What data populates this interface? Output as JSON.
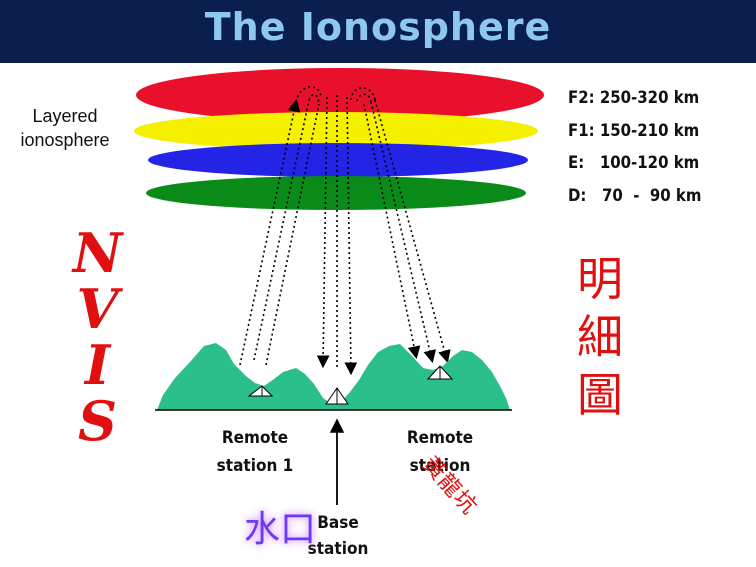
{
  "title": "The Ionosphere",
  "title_color": "#8ec8f0",
  "layered_label_line1": "Layered",
  "layered_label_line2": "ionosphere",
  "layers": [
    {
      "name": "F2",
      "range": "F2: 250-320 km",
      "color": "#e8102a"
    },
    {
      "name": "F1",
      "range": "F1: 150-210 km",
      "color": "#f4f000"
    },
    {
      "name": "E",
      "range": "E:   100-120 km",
      "color": "#2424e6"
    },
    {
      "name": "D",
      "range": "D:   70  -  90 km",
      "color": "#0a8a18"
    }
  ],
  "terrain_color": "#2bbf8a",
  "stations": {
    "remote1_line1": "Remote",
    "remote1_line2": "station 1",
    "remote2_line1": "Remote",
    "remote2_line2": "station",
    "base_line1": "Base",
    "base_line2": "station"
  },
  "annotations": {
    "nvis_letters": [
      "N",
      "V",
      "I",
      "S"
    ],
    "detail_chars": [
      "明",
      "細",
      "圖"
    ],
    "shuikou": "水口",
    "diagonal": "黃龍坑"
  }
}
